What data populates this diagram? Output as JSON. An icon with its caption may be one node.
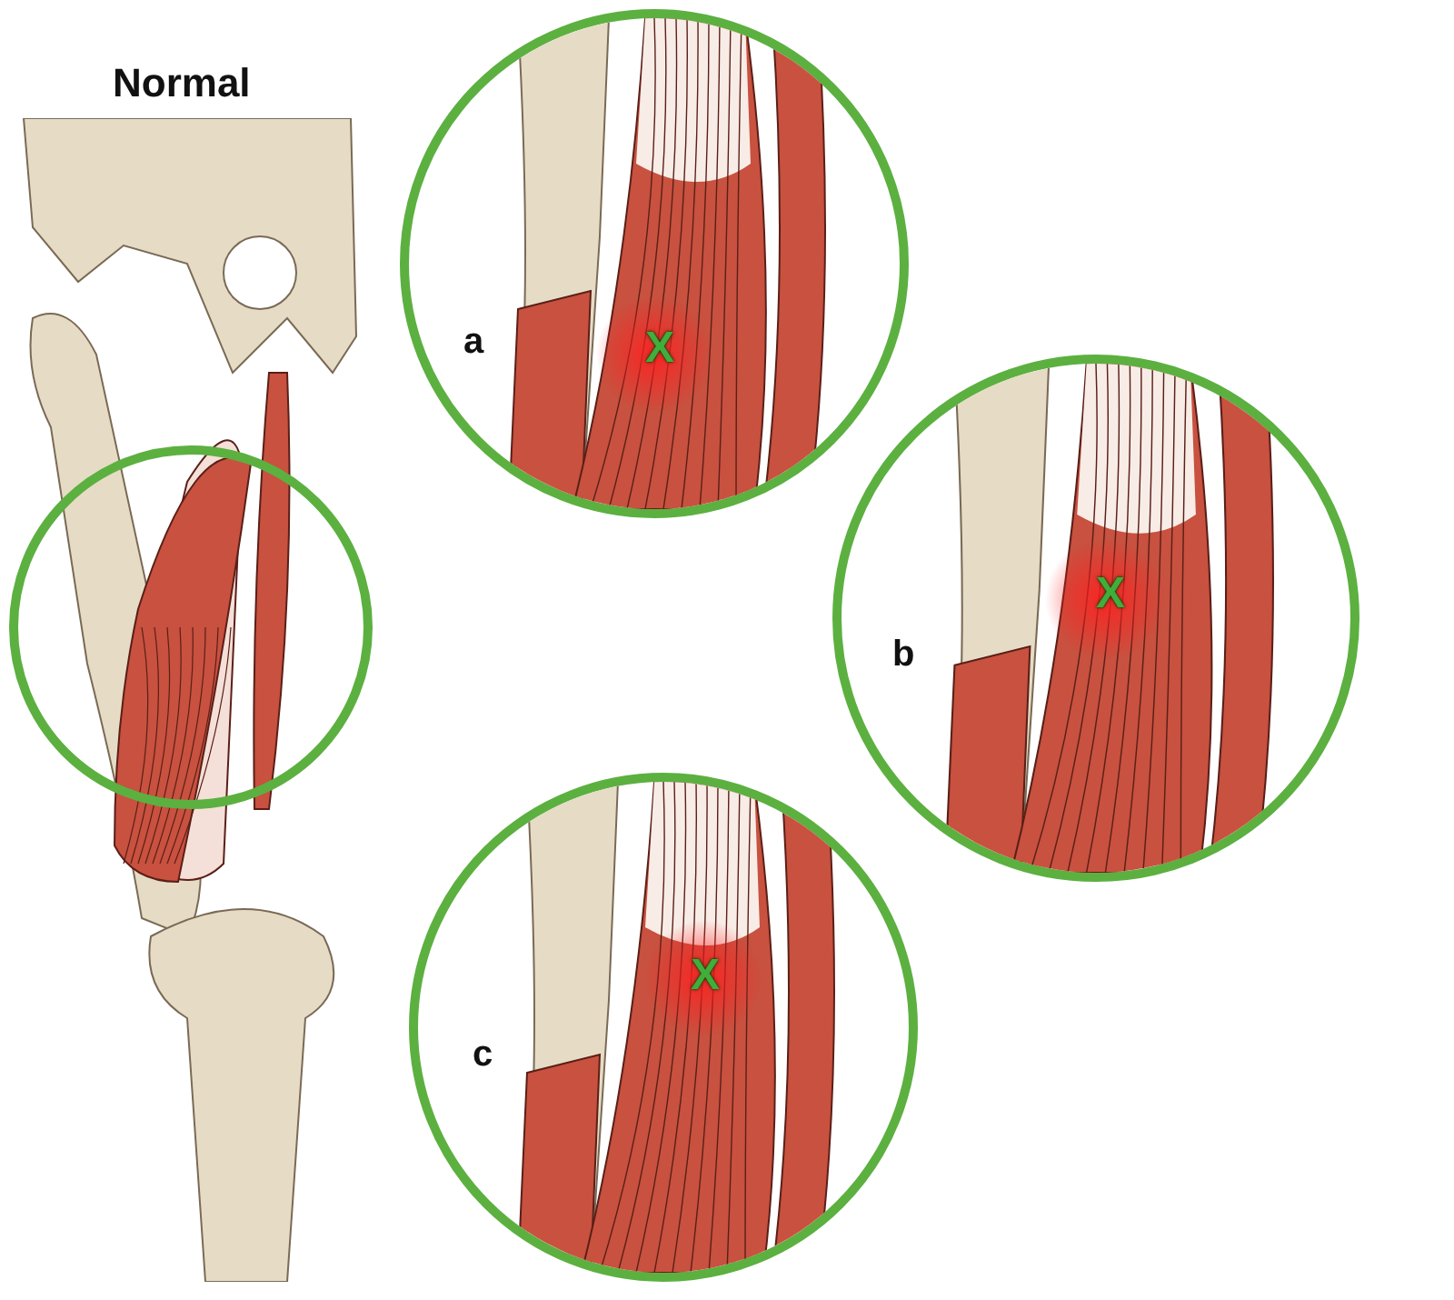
{
  "diagram": {
    "title": "Normal",
    "nodes": [
      {
        "text": [],
        "shape": "circle"
      },
      {
        "text": [
          "a",
          "X"
        ]
      },
      {
        "text": [
          "b",
          "X"
        ]
      },
      {
        "text": [
          "c",
          "X"
        ]
      }
    ]
  }
}
